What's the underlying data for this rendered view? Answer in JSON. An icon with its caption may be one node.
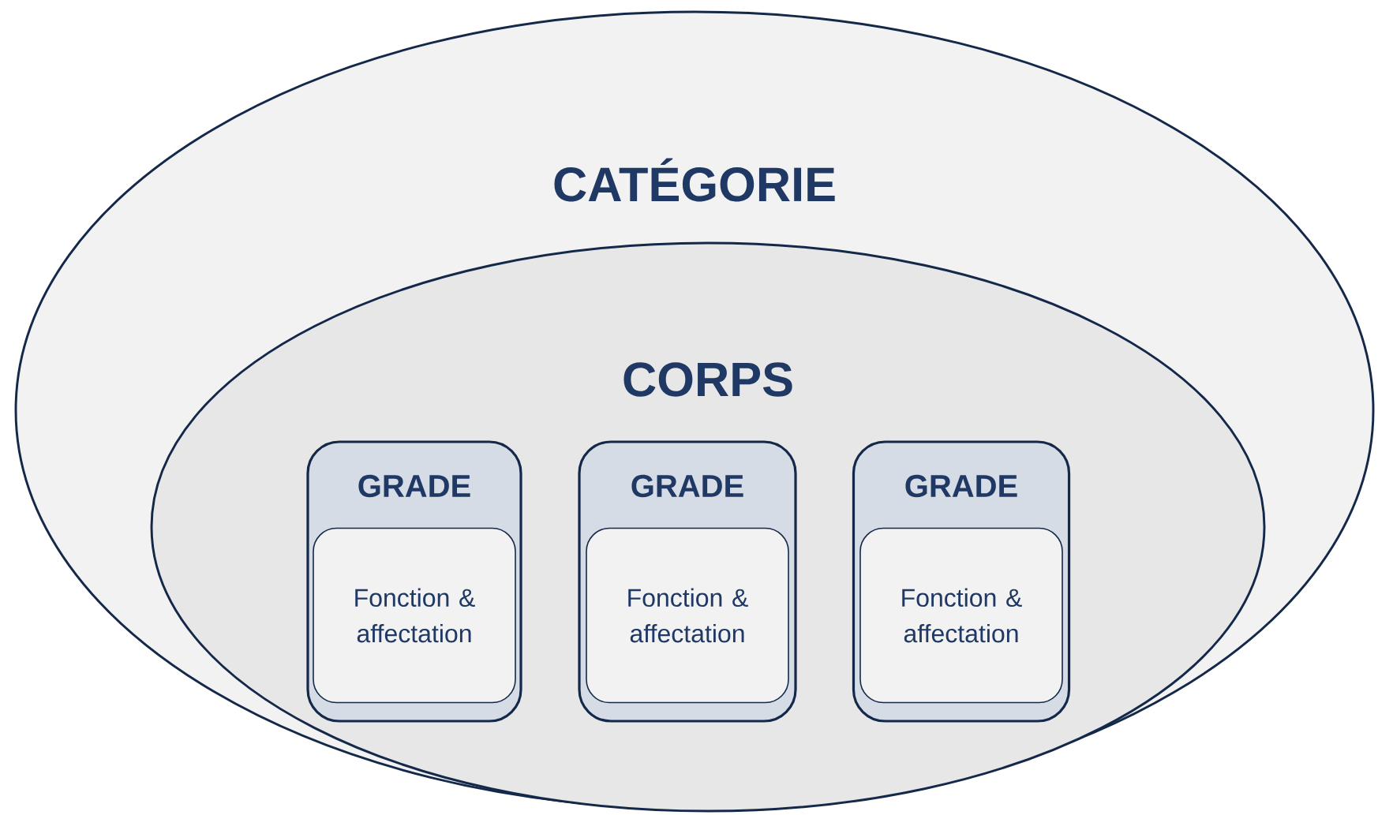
{
  "diagram": {
    "nodes": [
      {
        "text": [
          "CATÉGORIE"
        ]
      },
      {
        "text": [
          "CORPS"
        ],
        "in": 0
      },
      {
        "text": [
          "GRADE"
        ],
        "in": 1
      },
      {
        "text": [
          "Fonction & affectation"
        ],
        "in": 2
      },
      {
        "text": [
          "GRADE"
        ],
        "in": 1
      },
      {
        "text": [
          "Fonction & affectation"
        ],
        "in": 4
      },
      {
        "text": [
          "GRADE"
        ],
        "in": 1
      },
      {
        "text": [
          "Fonction & affectation"
        ],
        "in": 6
      }
    ]
  }
}
